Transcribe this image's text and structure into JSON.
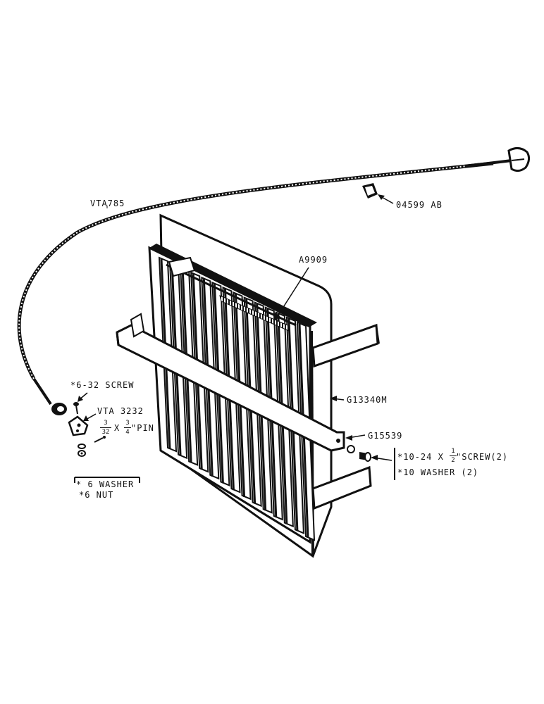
{
  "parts": {
    "cable": "VTA785",
    "clip": "04599 AB",
    "spring": "A9909",
    "shutter_assembly": "G13340M",
    "brace": "G15539",
    "clamp": "VTA 3232",
    "screw_6_32": "*6-32 SCREW",
    "pin_prefix": "3",
    "pin_prefix_den": "32",
    "pin_x": "X",
    "pin_num": "3",
    "pin_den": "4",
    "pin_suffix": "\"PIN",
    "washer_6": "* 6 WASHER",
    "nut_6": "*6 NUT",
    "screw_10_24_a": "*10-24 X",
    "screw_10_24_num": "1",
    "screw_10_24_den": "2",
    "screw_10_24_b": "\"SCREW(2)",
    "washer_10": "*10 WASHER (2)"
  },
  "colors": {
    "ink": "#111111",
    "paper": "#ffffff"
  }
}
